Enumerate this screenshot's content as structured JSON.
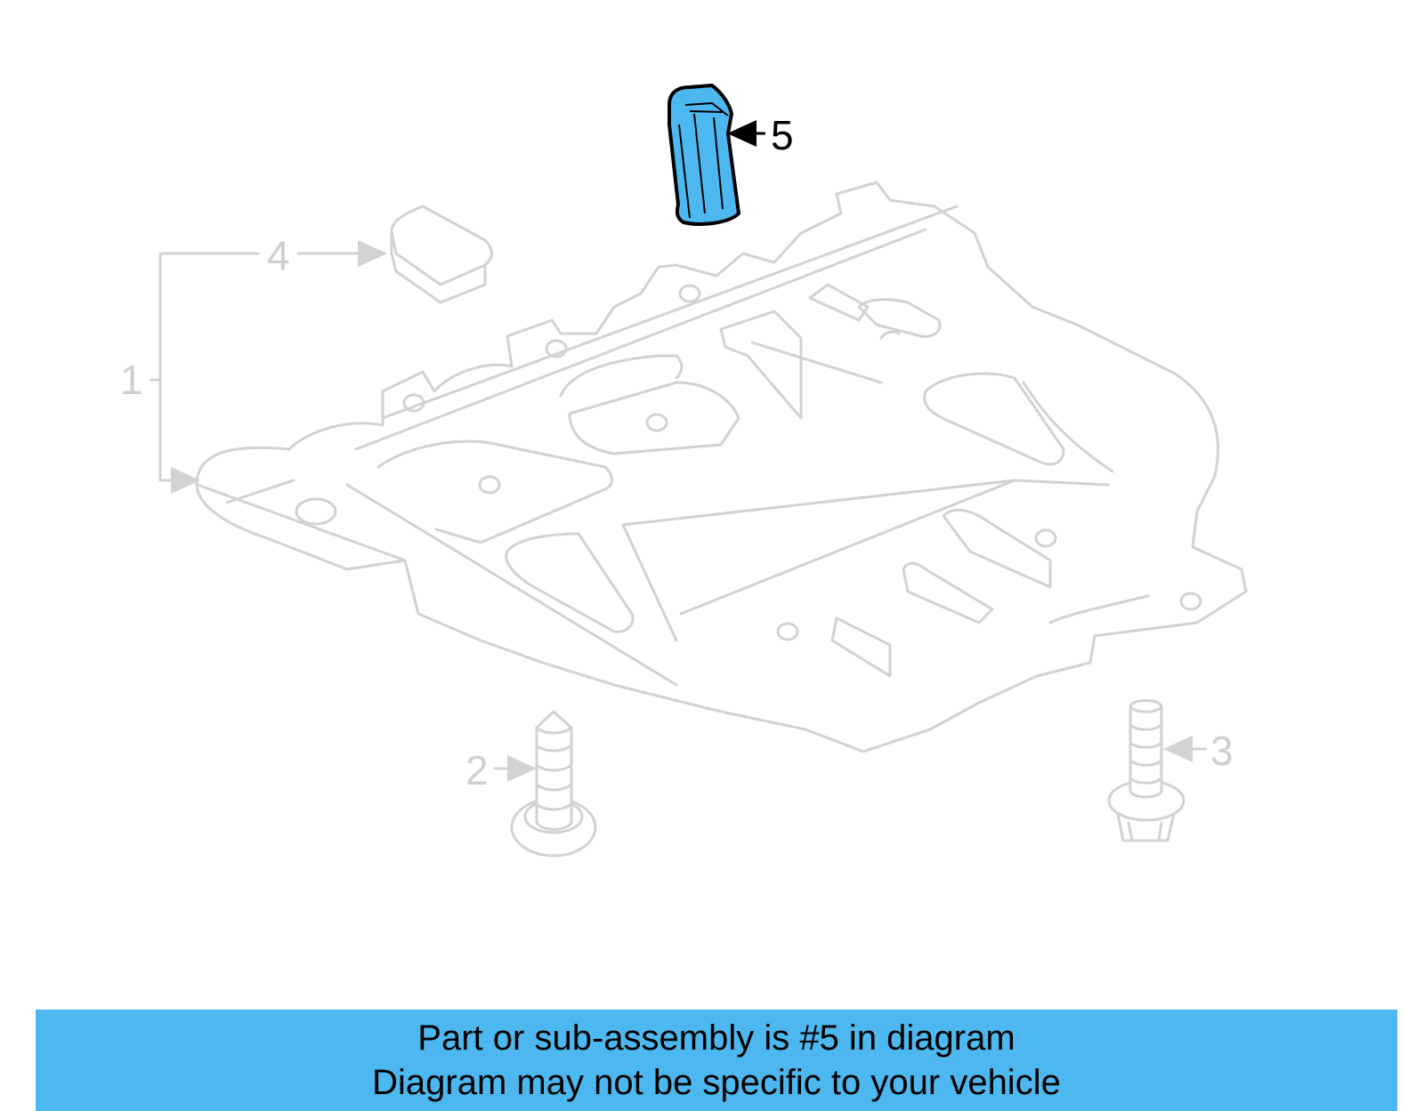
{
  "diagram": {
    "callouts": [
      {
        "id": "1",
        "label": "1"
      },
      {
        "id": "2",
        "label": "2"
      },
      {
        "id": "3",
        "label": "3"
      },
      {
        "id": "4",
        "label": "4"
      },
      {
        "id": "5",
        "label": "5"
      }
    ],
    "highlighted_part": "5",
    "colors": {
      "highlight": "#4db8f0",
      "ghost": "#d2d2d2",
      "banner": "#4db8f0"
    }
  },
  "banner": {
    "line1": "Part or sub-assembly is #5 in diagram",
    "line2": "Diagram may not be specific to your vehicle"
  }
}
